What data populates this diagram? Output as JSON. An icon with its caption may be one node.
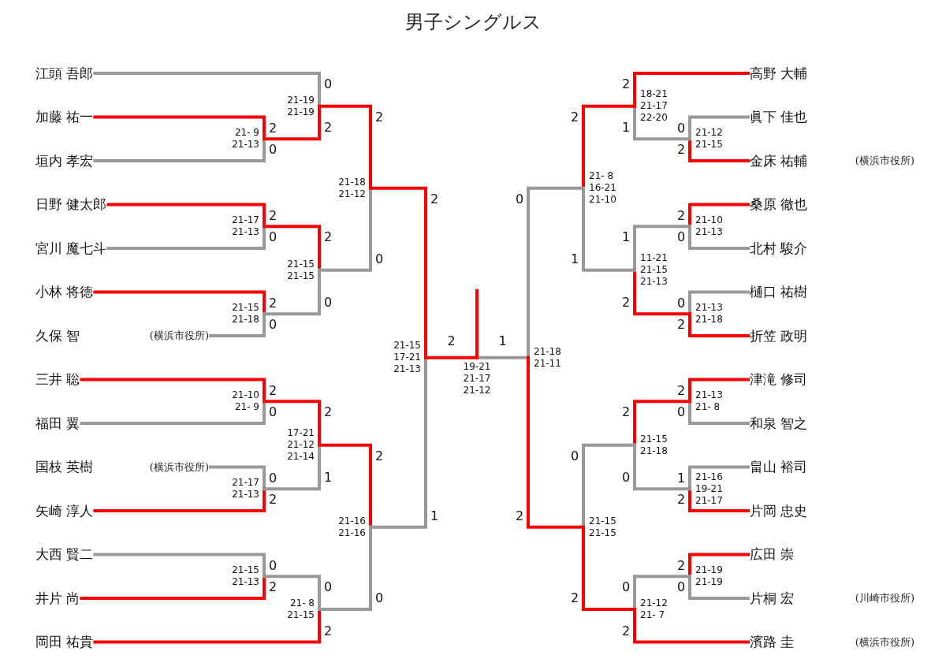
{
  "diagram": {
    "title": "男子シングルス",
    "nodes": [
      {
        "text": [
          "江頭 吾郎"
        ]
      },
      {
        "text": [
          "加藤 祐一"
        ]
      },
      {
        "text": [
          "垣内 孝宏"
        ]
      },
      {
        "text": [
          "日野 健太郎"
        ]
      },
      {
        "text": [
          "宮川 魔七斗"
        ]
      },
      {
        "text": [
          "小林 将徳"
        ]
      },
      {
        "text": [
          "久保 智"
        ],
        "beside": [
          "(横浜市役所)"
        ]
      },
      {
        "text": [
          "三井 聡"
        ]
      },
      {
        "text": [
          "福田 翼"
        ]
      },
      {
        "text": [
          "国枝 英樹"
        ],
        "beside": [
          "(横浜市役所)"
        ]
      },
      {
        "text": [
          "矢崎 淳人"
        ]
      },
      {
        "text": [
          "大西 賢二"
        ]
      },
      {
        "text": [
          "井片 尚"
        ]
      },
      {
        "text": [
          "岡田 祐貴"
        ]
      },
      {
        "text": [
          "高野 大輔"
        ]
      },
      {
        "text": [
          "眞下 佳也"
        ]
      },
      {
        "text": [
          "金床 祐輔"
        ],
        "beside": [
          "(横浜市役所)"
        ]
      },
      {
        "text": [
          "桑原 徹也"
        ]
      },
      {
        "text": [
          "北村 駿介"
        ]
      },
      {
        "text": [
          "樋口 祐樹"
        ]
      },
      {
        "text": [
          "折笠 政明"
        ]
      },
      {
        "text": [
          "津滝 修司"
        ]
      },
      {
        "text": [
          "和泉 智之"
        ]
      },
      {
        "text": [
          "畠山 裕司"
        ]
      },
      {
        "text": [
          "片岡 忠史"
        ]
      },
      {
        "text": [
          "広田 崇"
        ]
      },
      {
        "text": [
          "片桐 宏"
        ],
        "beside": [
          "(川崎市役所)"
        ]
      },
      {
        "text": [
          "濱路 圭"
        ],
        "beside": [
          "(横浜市役所)"
        ]
      },
      {
        "text": [
          "21- 9",
          "21-13"
        ]
      },
      {
        "text": [
          "21-19",
          "21-19"
        ]
      },
      {
        "text": [
          "21-17",
          "21-13"
        ]
      },
      {
        "text": [
          "21-15",
          "21-18"
        ]
      },
      {
        "text": [
          "21-15",
          "21-15"
        ]
      },
      {
        "text": [
          "21-18",
          "21-12"
        ]
      },
      {
        "text": [
          "21-10",
          "21- 9"
        ]
      },
      {
        "text": [
          "21-17",
          "21-13"
        ]
      },
      {
        "text": [
          "17-21",
          "21-12",
          "21-14"
        ]
      },
      {
        "text": [
          "21-15",
          "21-13"
        ]
      },
      {
        "text": [
          "21- 8",
          "21-15"
        ]
      },
      {
        "text": [
          "21-16",
          "21-16"
        ]
      },
      {
        "text": [
          "21-15",
          "17-21",
          "21-13"
        ]
      },
      {
        "text": [
          "19-21",
          "21-17",
          "21-12"
        ]
      },
      {
        "text": [
          "21-12",
          "21-15"
        ]
      },
      {
        "text": [
          "18-21",
          "21-17",
          "22-20"
        ]
      },
      {
        "text": [
          "21-10",
          "21-13"
        ]
      },
      {
        "text": [
          "21-13",
          "21-18"
        ]
      },
      {
        "text": [
          "11-21",
          "21-15",
          "21-13"
        ]
      },
      {
        "text": [
          "21- 8",
          "16-21",
          "21-10"
        ]
      },
      {
        "text": [
          "21-13",
          "21- 8"
        ]
      },
      {
        "text": [
          "21-16",
          "19-21",
          "21-17"
        ]
      },
      {
        "text": [
          "21-15",
          "21-18"
        ]
      },
      {
        "text": [
          "21-19",
          "21-19"
        ]
      },
      {
        "text": [
          "21-12",
          "21- 7"
        ]
      },
      {
        "text": [
          "21-15",
          "21-15"
        ]
      },
      {
        "text": [
          "21-18",
          "21-11"
        ]
      }
    ],
    "edges": [
      {
        "from": 1,
        "to": 28,
        "arrow": "none",
        "label": "2",
        "color": "#ff0000"
      },
      {
        "from": 2,
        "to": 28,
        "arrow": "none",
        "label": "0",
        "color": "#999999"
      },
      {
        "from": 0,
        "to": 29,
        "arrow": "none",
        "label": "0",
        "color": "#999999"
      },
      {
        "from": 28,
        "to": 29,
        "arrow": "none",
        "label": "2",
        "color": "#ff0000"
      },
      {
        "from": 3,
        "to": 30,
        "arrow": "none",
        "label": "2",
        "color": "#ff0000"
      },
      {
        "from": 4,
        "to": 30,
        "arrow": "none",
        "label": "0",
        "color": "#999999"
      },
      {
        "from": 5,
        "to": 31,
        "arrow": "none",
        "label": "2",
        "color": "#ff0000"
      },
      {
        "from": 6,
        "to": 31,
        "arrow": "none",
        "label": "0",
        "color": "#999999"
      },
      {
        "from": 30,
        "to": 32,
        "arrow": "none",
        "label": "2",
        "color": "#ff0000"
      },
      {
        "from": 31,
        "to": 32,
        "arrow": "none",
        "label": "0",
        "color": "#999999"
      },
      {
        "from": 29,
        "to": 33,
        "arrow": "none",
        "label": "2",
        "color": "#ff0000"
      },
      {
        "from": 32,
        "to": 33,
        "arrow": "none",
        "label": "0",
        "color": "#999999"
      },
      {
        "from": 7,
        "to": 34,
        "arrow": "none",
        "label": "2",
        "color": "#ff0000"
      },
      {
        "from": 8,
        "to": 34,
        "arrow": "none",
        "label": "0",
        "color": "#999999"
      },
      {
        "from": 9,
        "to": 35,
        "arrow": "none",
        "label": "0",
        "color": "#999999"
      },
      {
        "from": 10,
        "to": 35,
        "arrow": "none",
        "label": "2",
        "color": "#ff0000"
      },
      {
        "from": 34,
        "to": 36,
        "arrow": "none",
        "label": "2",
        "color": "#ff0000"
      },
      {
        "from": 35,
        "to": 36,
        "arrow": "none",
        "label": "1",
        "color": "#999999"
      },
      {
        "from": 11,
        "to": 37,
        "arrow": "none",
        "label": "0",
        "color": "#999999"
      },
      {
        "from": 12,
        "to": 37,
        "arrow": "none",
        "label": "2",
        "color": "#ff0000"
      },
      {
        "from": 37,
        "to": 38,
        "arrow": "none",
        "label": "0",
        "color": "#999999"
      },
      {
        "from": 13,
        "to": 38,
        "arrow": "none",
        "label": "2",
        "color": "#ff0000"
      },
      {
        "from": 36,
        "to": 39,
        "arrow": "none",
        "label": "2",
        "color": "#ff0000"
      },
      {
        "from": 38,
        "to": 39,
        "arrow": "none",
        "label": "0",
        "color": "#999999"
      },
      {
        "from": 33,
        "to": 40,
        "arrow": "none",
        "label": "2",
        "color": "#ff0000"
      },
      {
        "from": 39,
        "to": 40,
        "arrow": "none",
        "label": "1",
        "color": "#999999"
      },
      {
        "from": 40,
        "to": 41,
        "arrow": "none",
        "label": "2",
        "color": "#ff0000"
      },
      {
        "from": 54,
        "to": 41,
        "arrow": "none",
        "label": "1",
        "color": "#999999"
      },
      {
        "from": 41,
        "to": null,
        "arrow": "none",
        "color": "#ff0000"
      },
      {
        "from": 15,
        "to": 42,
        "arrow": "none",
        "label": "0",
        "color": "#999999"
      },
      {
        "from": 16,
        "to": 42,
        "arrow": "none",
        "label": "2",
        "color": "#ff0000"
      },
      {
        "from": 14,
        "to": 43,
        "arrow": "none",
        "label": "2",
        "color": "#ff0000"
      },
      {
        "from": 42,
        "to": 43,
        "arrow": "none",
        "label": "1",
        "color": "#999999"
      },
      {
        "from": 17,
        "to": 44,
        "arrow": "none",
        "label": "2",
        "color": "#ff0000"
      },
      {
        "from": 18,
        "to": 44,
        "arrow": "none",
        "label": "0",
        "color": "#999999"
      },
      {
        "from": 19,
        "to": 45,
        "arrow": "none",
        "label": "0",
        "color": "#999999"
      },
      {
        "from": 20,
        "to": 45,
        "arrow": "none",
        "label": "2",
        "color": "#ff0000"
      },
      {
        "from": 44,
        "to": 46,
        "arrow": "none",
        "label": "1",
        "color": "#999999"
      },
      {
        "from": 45,
        "to": 46,
        "arrow": "none",
        "label": "2",
        "color": "#ff0000"
      },
      {
        "from": 43,
        "to": 47,
        "arrow": "none",
        "label": "2",
        "color": "#ff0000"
      },
      {
        "from": 46,
        "to": 47,
        "arrow": "none",
        "label": "1",
        "color": "#999999"
      },
      {
        "from": 21,
        "to": 48,
        "arrow": "none",
        "label": "2",
        "color": "#ff0000"
      },
      {
        "from": 22,
        "to": 48,
        "arrow": "none",
        "label": "0",
        "color": "#999999"
      },
      {
        "from": 23,
        "to": 49,
        "arrow": "none",
        "label": "1",
        "color": "#999999"
      },
      {
        "from": 24,
        "to": 49,
        "arrow": "none",
        "label": "2",
        "color": "#ff0000"
      },
      {
        "from": 48,
        "to": 50,
        "arrow": "none",
        "label": "2",
        "color": "#ff0000"
      },
      {
        "from": 49,
        "to": 50,
        "arrow": "none",
        "label": "0",
        "color": "#999999"
      },
      {
        "from": 25,
        "to": 51,
        "arrow": "none",
        "label": "2",
        "color": "#ff0000"
      },
      {
        "from": 26,
        "to": 51,
        "arrow": "none",
        "label": "0",
        "color": "#999999"
      },
      {
        "from": 51,
        "to": 52,
        "arrow": "none",
        "label": "0",
        "color": "#999999"
      },
      {
        "from": 27,
        "to": 52,
        "arrow": "none",
        "label": "2",
        "color": "#ff0000"
      },
      {
        "from": 50,
        "to": 53,
        "arrow": "none",
        "label": "0",
        "color": "#999999"
      },
      {
        "from": 52,
        "to": 53,
        "arrow": "none",
        "label": "2",
        "color": "#ff0000"
      },
      {
        "from": 47,
        "to": 54,
        "arrow": "none",
        "label": "0",
        "color": "#999999"
      },
      {
        "from": 53,
        "to": 54,
        "arrow": "none",
        "label": "2",
        "color": "#ff0000"
      }
    ]
  }
}
